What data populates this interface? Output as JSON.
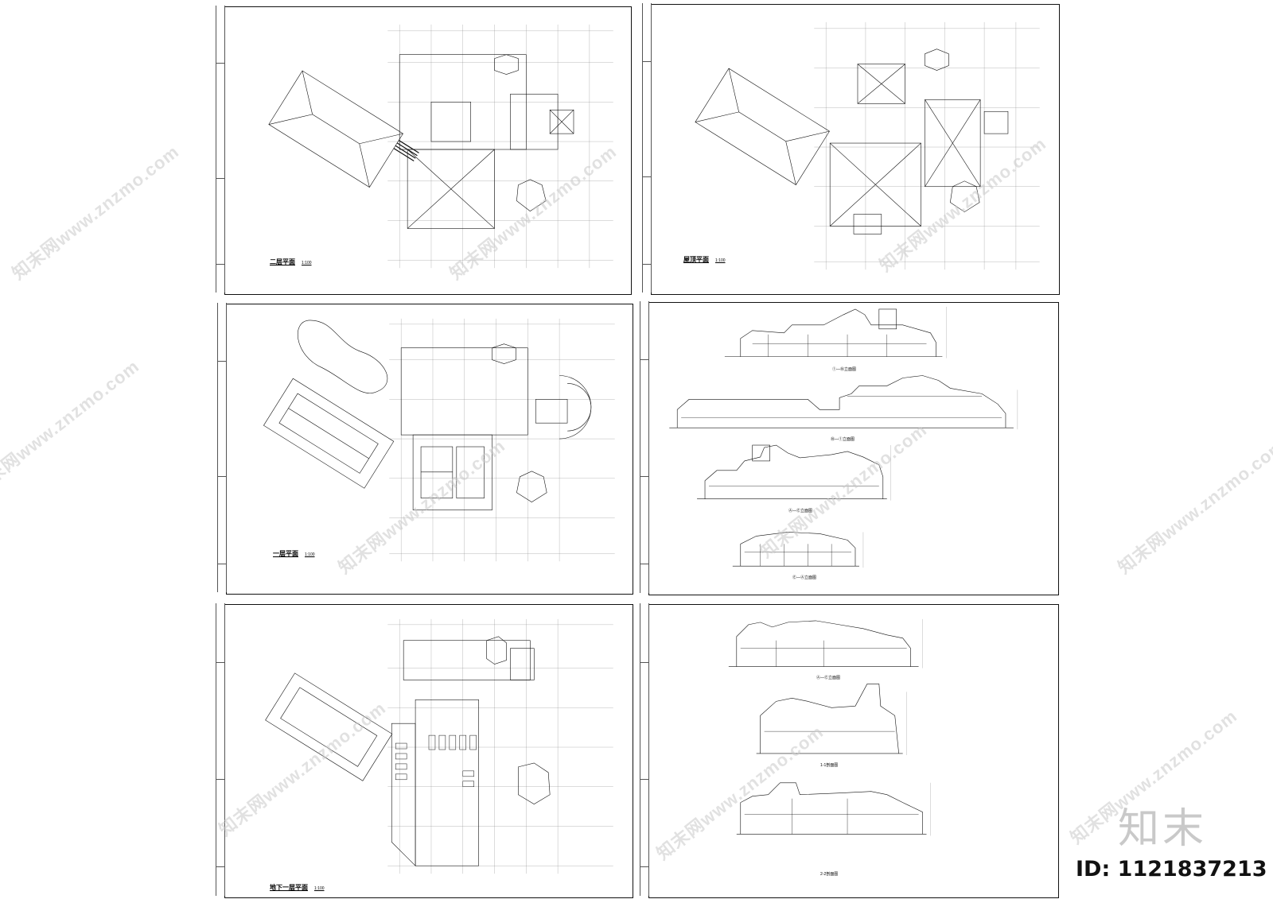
{
  "sheets": [
    {
      "id": "sheet-1",
      "kind": "plan",
      "title": "二层平面",
      "scale": "1:100"
    },
    {
      "id": "sheet-2",
      "kind": "plan",
      "title": "屋顶平面",
      "scale": "1:100"
    },
    {
      "id": "sheet-3",
      "kind": "plan",
      "title": "一层平面",
      "scale": "1:100"
    },
    {
      "id": "sheet-4",
      "kind": "elevations",
      "captions": [
        "①—⑩立面图",
        "⑩—①立面图",
        "Ⓐ—Ⓔ立面图",
        "Ⓔ—Ⓐ立面图"
      ]
    },
    {
      "id": "sheet-5",
      "kind": "plan",
      "title": "地下一层平面",
      "scale": "1:100"
    },
    {
      "id": "sheet-6",
      "kind": "elevations",
      "captions": [
        "Ⓐ—Ⓔ立面图",
        "1-1剖面图",
        "2-2剖面图"
      ]
    }
  ],
  "watermark": {
    "text": "知末网www.znzmo.com"
  },
  "brand": {
    "logo": "知末",
    "id_text": "ID: 1121837213"
  },
  "colors": {
    "line": "#111111",
    "watermark": "#c8c8c8",
    "background": "#ffffff"
  }
}
